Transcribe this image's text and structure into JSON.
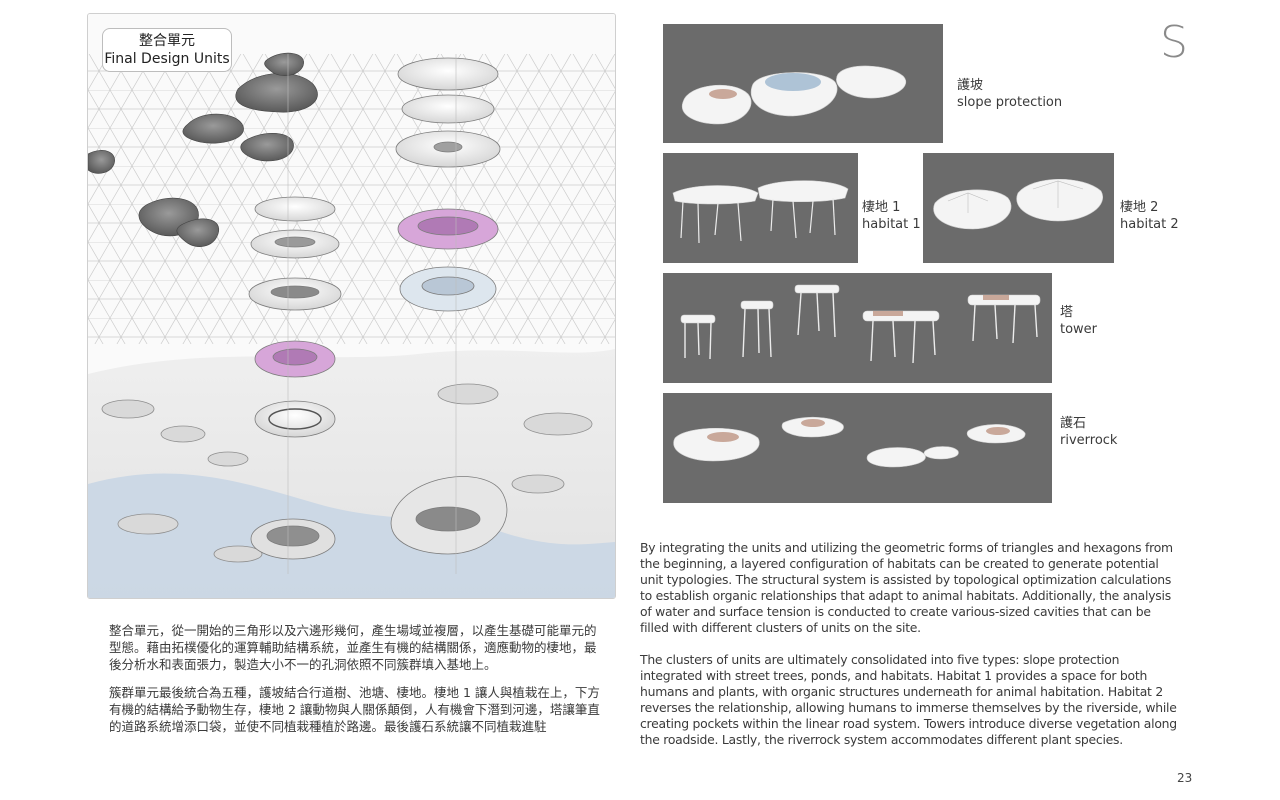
{
  "hero": {
    "label_zh": "整合單元",
    "label_en": "Final Design Units"
  },
  "section_letter": "S",
  "types": [
    {
      "zh": "護坡",
      "en": "slope protection"
    },
    {
      "zh": "棲地 1",
      "en": "habitat 1"
    },
    {
      "zh": "棲地 2",
      "en": "habitat 2"
    },
    {
      "zh": "塔",
      "en": "tower"
    },
    {
      "zh": "護石",
      "en": "riverrock"
    }
  ],
  "text_zh": {
    "p1": "整合單元，從一開始的三角形以及六邊形幾何，產生場域並複層，以產生基礎可能單元的型態。藉由拓樸優化的運算輔助結構系統，並產生有機的結構關係，適應動物的棲地，最後分析水和表面張力，製造大小不一的孔洞依照不同簇群填入基地上。",
    "p2": "簇群單元最後統合為五種，護坡結合行道樹、池塘、棲地。棲地 1 讓人與植栽在上，下方有機的結構給予動物生存，棲地 2 讓動物與人關係顛倒，人有機會下潛到河邊，塔讓筆直的道路系統增添口袋，並使不同植栽種植於路邊。最後護石系統讓不同植栽進駐"
  },
  "text_en": {
    "p1": "By integrating the units and utilizing the geometric forms of triangles and hexagons from the beginning, a layered configuration of habitats can be created to generate potential unit typologies. The structural system is assisted by topological optimization calculations to establish organic relationships that adapt to animal habitats. Additionally, the analysis of water and surface tension is conducted to create various-sized cavities that can be filled with different clusters of units on the site.",
    "p2": "The clusters of units are ultimately consolidated into five types: slope protection integrated with street trees, ponds, and habitats. Habitat 1 provides a space for both humans and plants, with organic structures underneath for animal habitation. Habitat 2 reverses the relationship, allowing humans to immerse themselves by the riverside, while creating pockets within the linear road system. Towers introduce diverse vegetation along the roadside. Lastly, the riverrock system accommodates different plant species."
  },
  "page_number": "23",
  "colors": {
    "tile_bg": "#6b6b6b",
    "pink_layer": "#d7a6d9",
    "water": "#c9d6e4",
    "accent_tan": "#c9a89a"
  }
}
